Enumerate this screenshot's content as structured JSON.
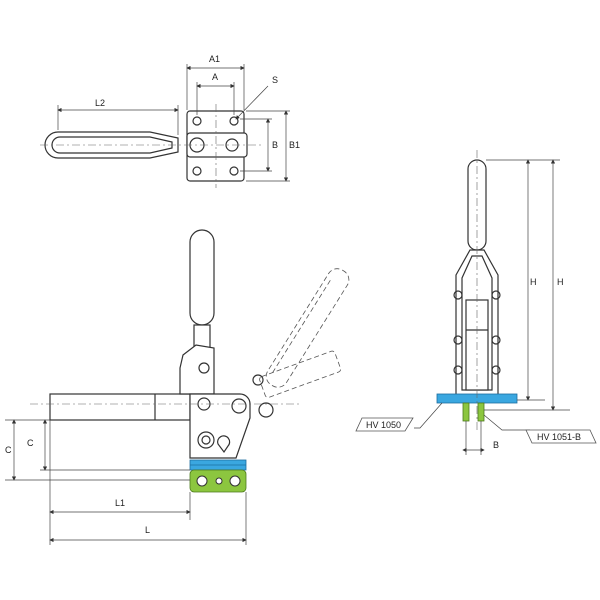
{
  "drawing": {
    "top_view": {
      "dim_A1": "A1",
      "dim_A": "A",
      "dim_S": "S",
      "dim_L2": "L2",
      "dim_B": "B",
      "dim_B1": "B1"
    },
    "side_view": {
      "dim_C_outer": "C",
      "dim_C_inner": "C",
      "dim_L1": "L1",
      "dim_L": "L"
    },
    "front_view": {
      "dim_H_inner": "H",
      "dim_H_outer": "H",
      "dim_B": "B",
      "callout_plate": "HV 1050",
      "callout_adapter": "HV 1051-B"
    },
    "colors": {
      "blue_plate": "#3aa7e0",
      "green_adapter": "#8cc63f",
      "line": "#333333"
    }
  }
}
